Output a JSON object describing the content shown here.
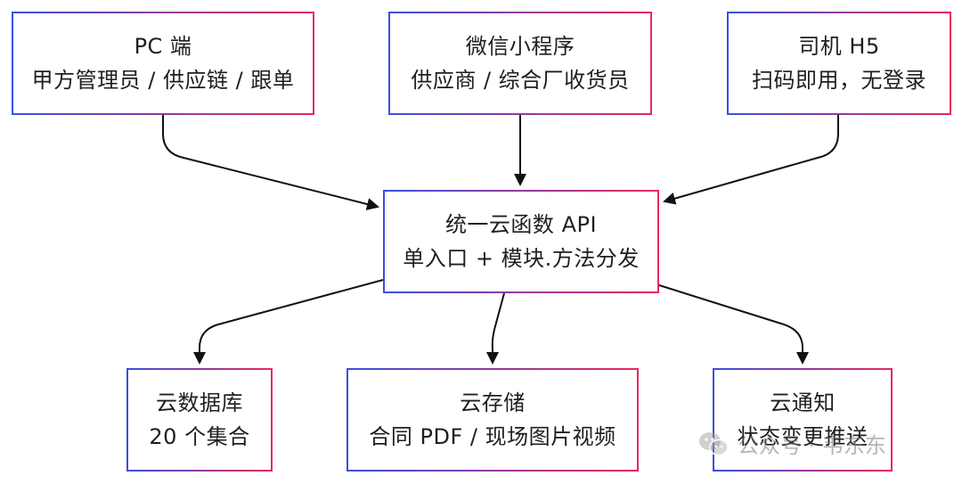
{
  "nodes": {
    "pc": {
      "line1": "PC 端",
      "line2": "甲方管理员 / 供应链 / 跟单"
    },
    "wechat": {
      "line1": "微信小程序",
      "line2": "供应商 / 综合厂收货员"
    },
    "driver": {
      "line1": "司机 H5",
      "line2": "扫码即用，无登录"
    },
    "api": {
      "line1": "统一云函数 API",
      "line2": "单入口 + 模块.方法分发"
    },
    "database": {
      "line1": "云数据库",
      "line2": "20 个集合"
    },
    "storage": {
      "line1": "云存储",
      "line2": "合同 PDF / 现场图片视频"
    },
    "notify": {
      "line1": "云通知",
      "line2": "状态变更推送"
    }
  },
  "watermark": {
    "text": "公众号 · 韦东东"
  },
  "colors": {
    "border_start": "#3a4fe0",
    "border_end": "#e8285a",
    "edge": "#111111"
  }
}
